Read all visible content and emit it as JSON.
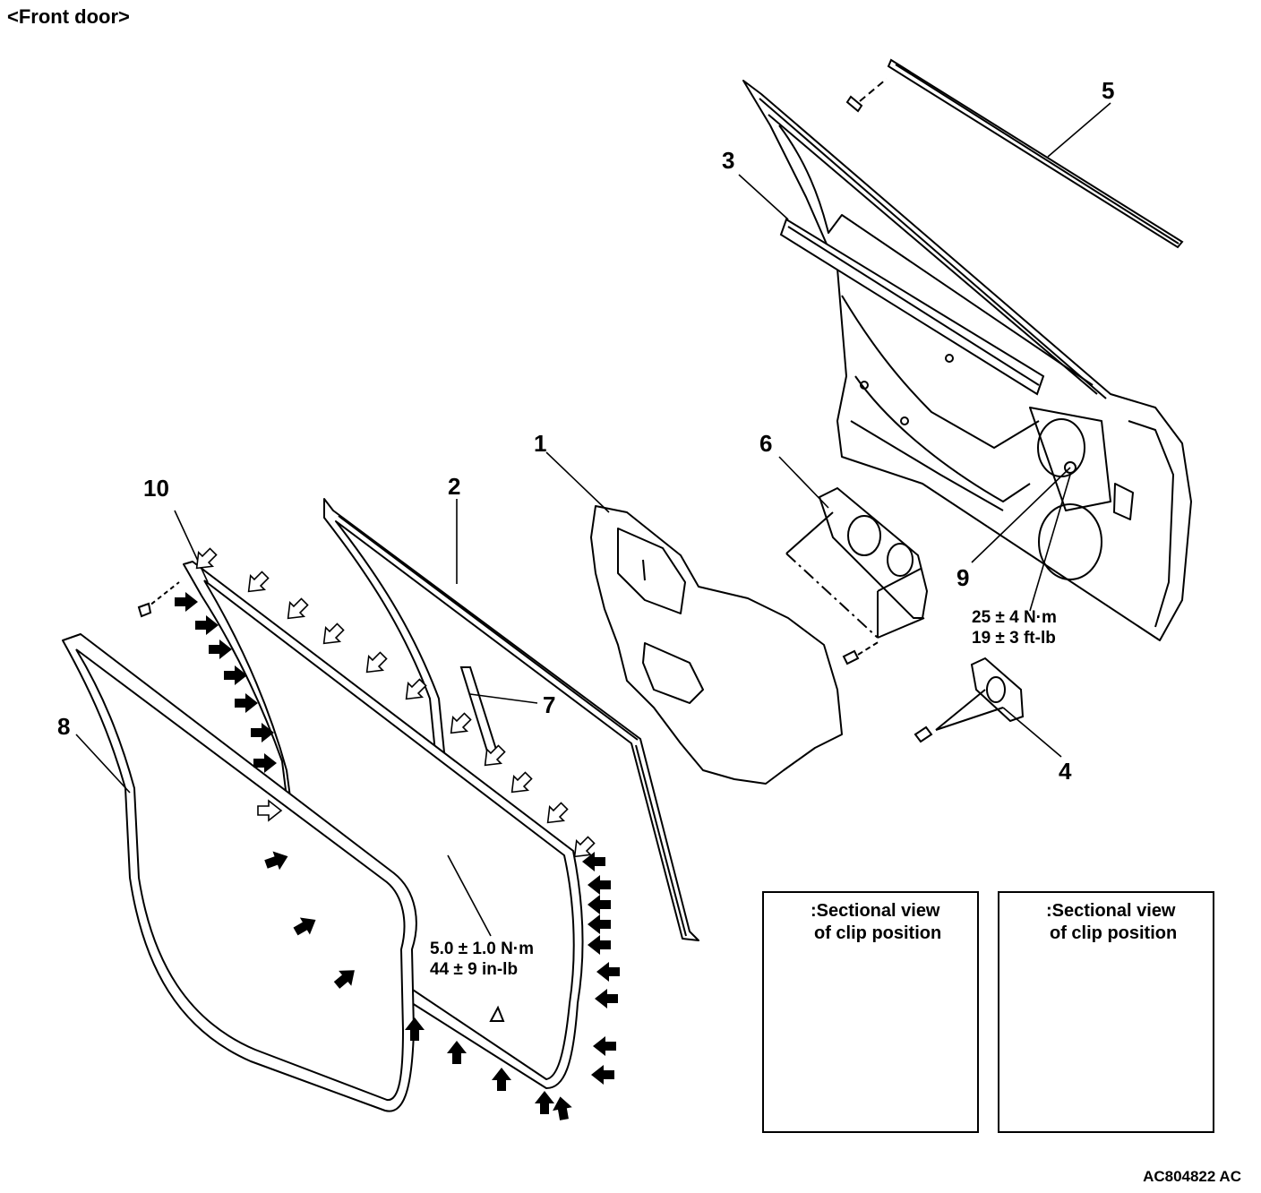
{
  "title": "<Front door>",
  "callouts": {
    "c1": "1",
    "c2": "2",
    "c3": "3",
    "c4": "4",
    "c5": "5",
    "c6": "6",
    "c7": "7",
    "c8": "8",
    "c9": "9",
    "c10": "10"
  },
  "torques": {
    "t9": {
      "metric": "25 ± 4 N·m",
      "imperial": "19 ± 3 ft-lb"
    },
    "t7": {
      "metric": "5.0 ± 1.0 N·m",
      "imperial": "44 ± 9 in-lb"
    }
  },
  "legend": {
    "open_arrow": {
      "line1": ":Sectional view",
      "line2": "of clip position"
    },
    "solid_arrow": {
      "line1": ":Sectional view",
      "line2": "of clip position"
    }
  },
  "figure_id": "AC804822 AC"
}
